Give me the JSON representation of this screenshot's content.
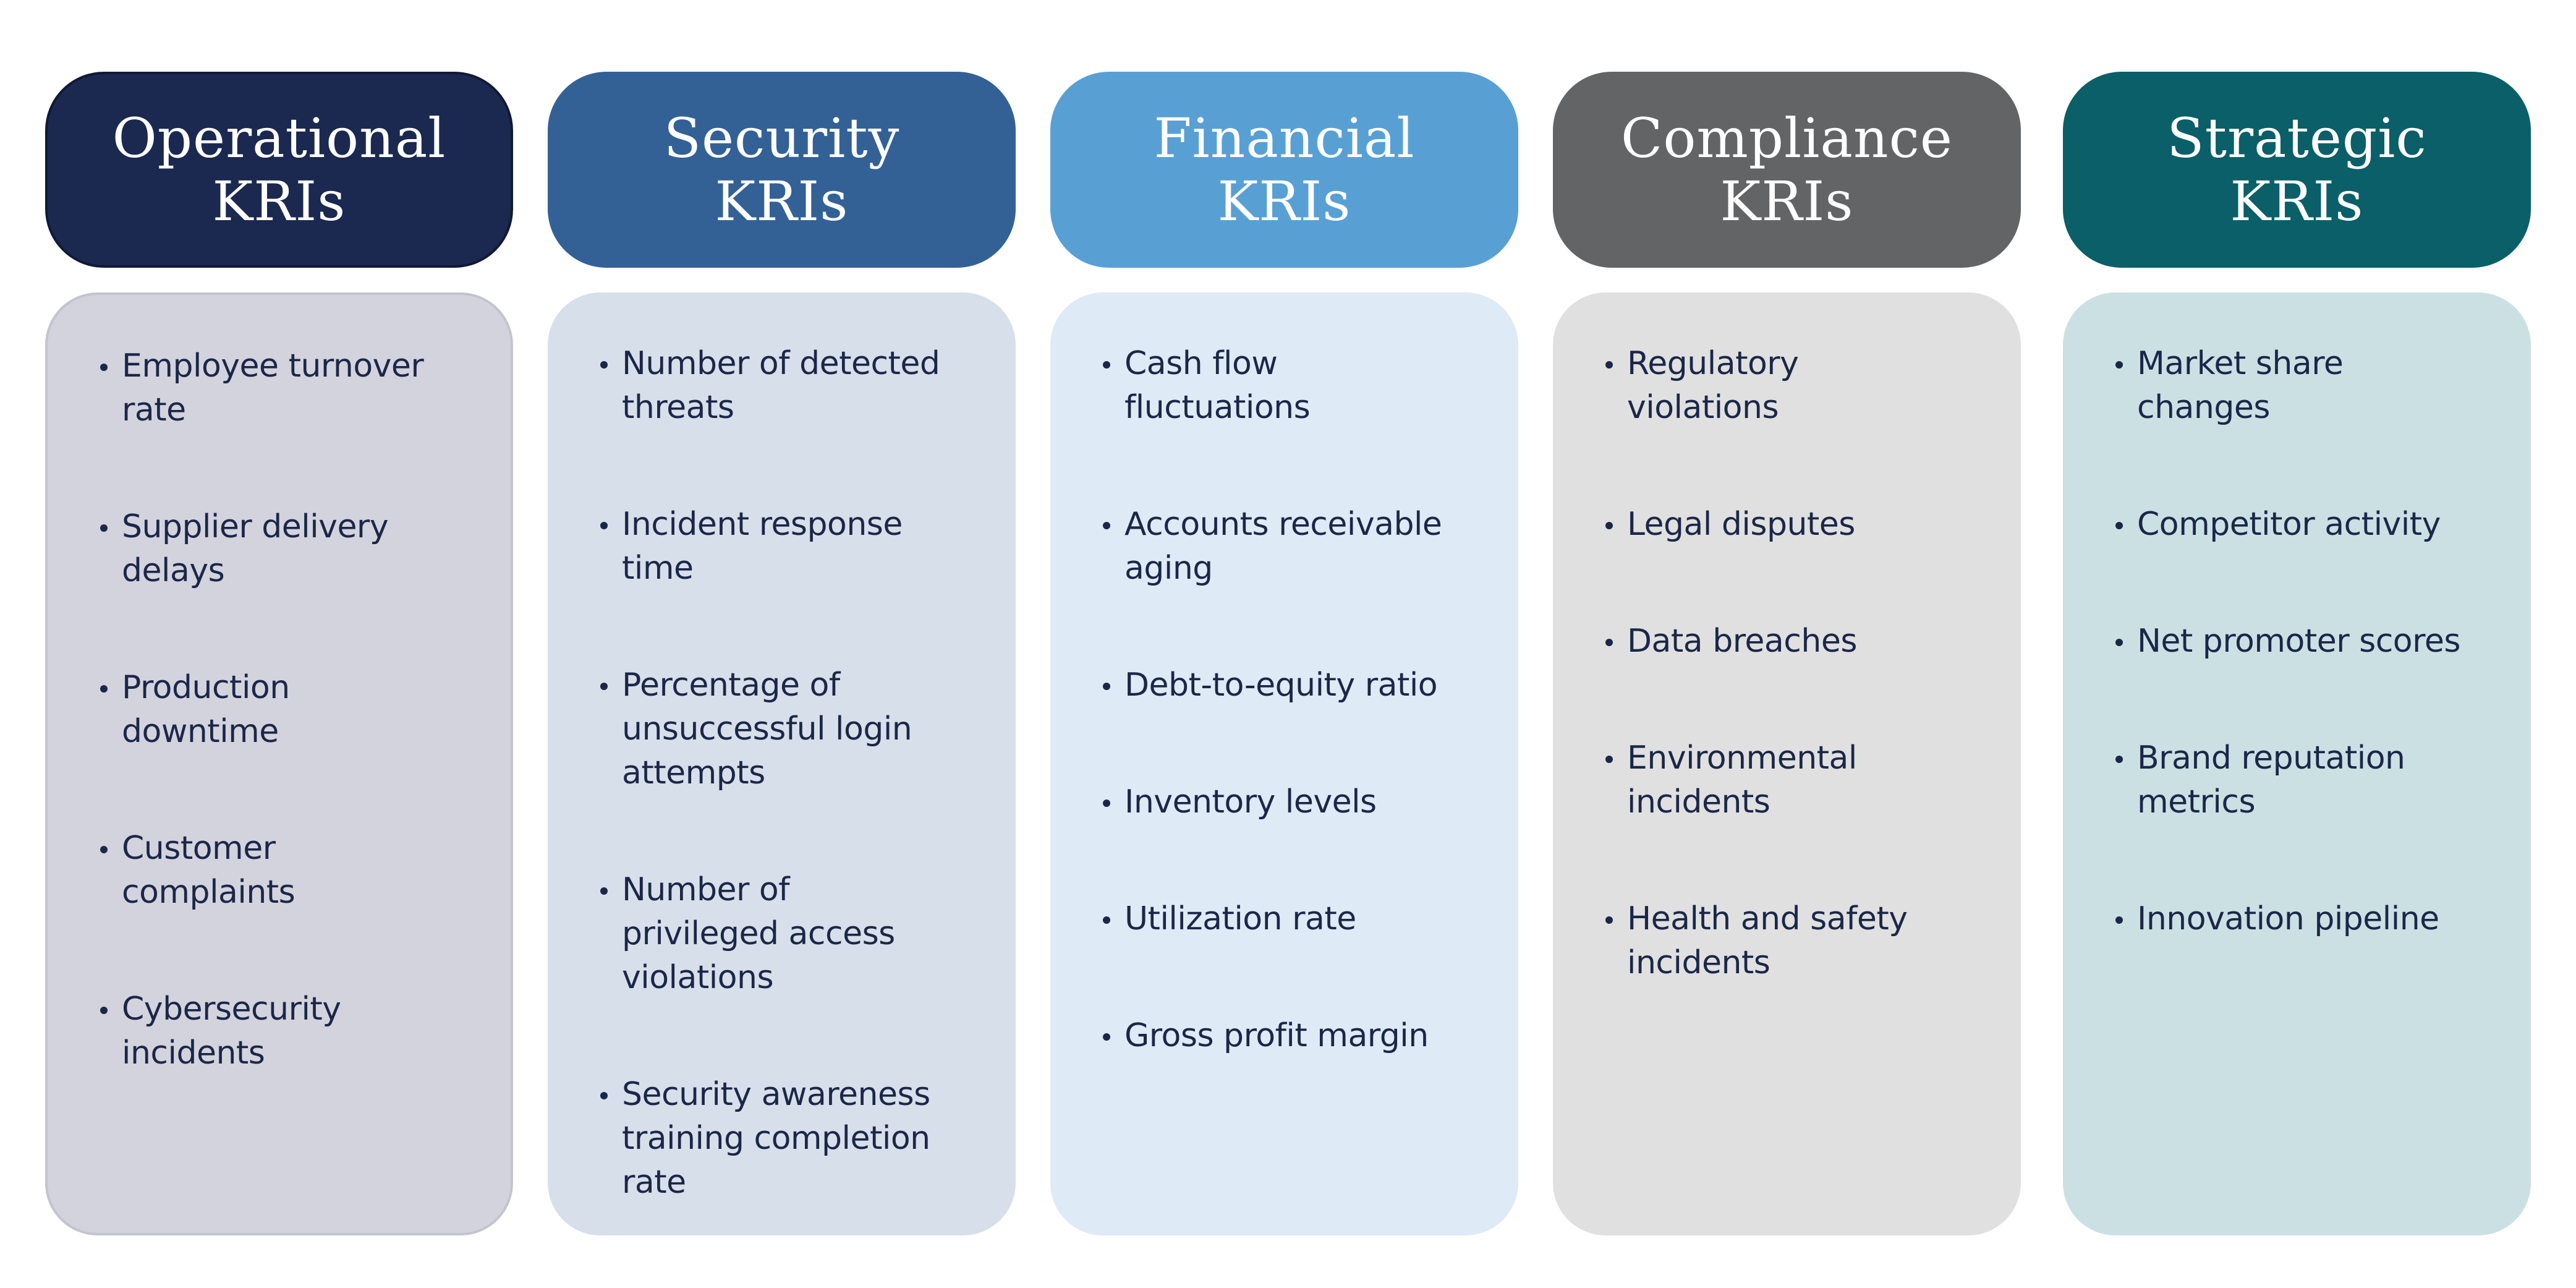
{
  "colors": {
    "text_dark": "#1b2748",
    "operational_header": "#1b2850",
    "operational_body": "#d3d3de",
    "security_header": "#336196",
    "security_body": "#d7dfea",
    "financial_header": "#58a0d4",
    "financial_body": "#deeaf5",
    "compliance_header": "#636466",
    "compliance_body": "#e0e0e0",
    "strategic_header": "#0a5f68",
    "strategic_body": "#cbe0e3"
  },
  "columns": [
    {
      "title_line1": "Operational",
      "title_line2": "KRIs",
      "items": [
        "Employee turnover rate",
        "Supplier delivery delays",
        "Production downtime",
        "Customer complaints",
        "Cybersecurity incidents"
      ]
    },
    {
      "title_line1": "Security",
      "title_line2": "KRIs",
      "items": [
        "Number of detected threats",
        "Incident response time",
        "Percentage of unsuccessful login attempts",
        "Number of privileged access violations",
        "Security awareness training completion rate"
      ]
    },
    {
      "title_line1": "Financial",
      "title_line2": "KRIs",
      "items": [
        "Cash flow fluctuations",
        "Accounts receivable aging",
        "Debt-to-equity ratio",
        "Inventory levels",
        "Utilization rate",
        "Gross profit margin"
      ]
    },
    {
      "title_line1": "Compliance",
      "title_line2": "KRIs",
      "items": [
        "Regulatory violations",
        "Legal disputes",
        "Data breaches",
        "Environmental incidents",
        "Health and safety incidents"
      ]
    },
    {
      "title_line1": "Strategic",
      "title_line2": "KRIs",
      "items": [
        "Market share changes",
        "Competitor activity",
        "Net promoter scores",
        "Brand reputation metrics",
        "Innovation pipeline"
      ]
    }
  ]
}
